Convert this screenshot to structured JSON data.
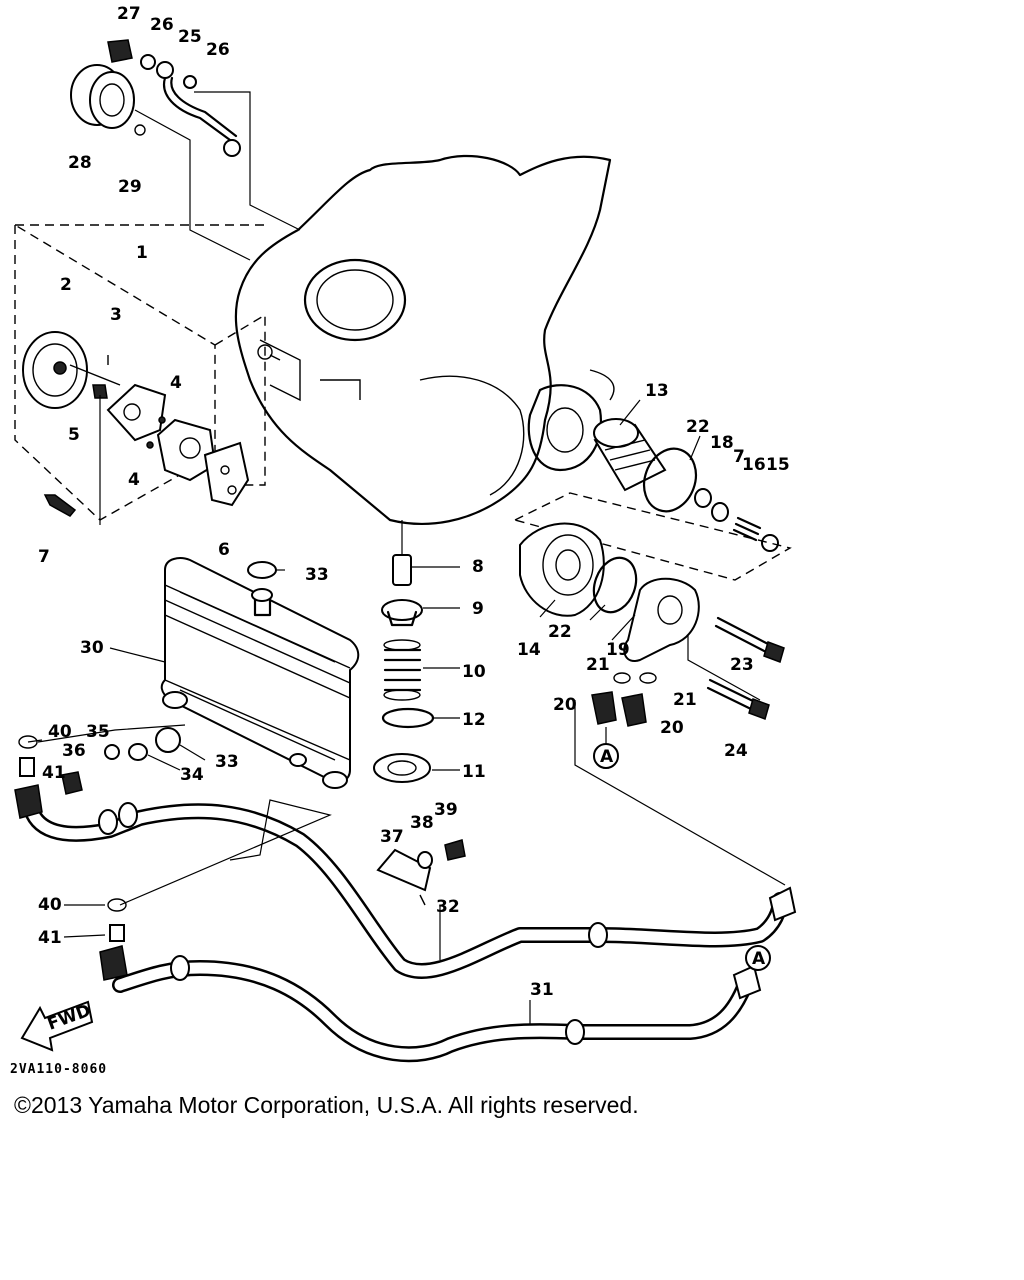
{
  "diagram_code": "2VA110-8060",
  "copyright": "©2013 Yamaha Motor Corporation, U.S.A. All rights reserved.",
  "direction_marker": "FWD",
  "connection_marker": "A",
  "callouts": {
    "c1": "1",
    "c2": "2",
    "c3": "3",
    "c4a": "4",
    "c4b": "4",
    "c5": "5",
    "c6": "6",
    "c7": "7",
    "c7b": "7",
    "c8": "8",
    "c9": "9",
    "c10": "10",
    "c11": "11",
    "c12": "12",
    "c13": "13",
    "c14": "14",
    "c15": "15",
    "c16": "16",
    "c18": "18",
    "c19": "19",
    "c20a": "20",
    "c20b": "20",
    "c21a": "21",
    "c21b": "21",
    "c22a": "22",
    "c22b": "22",
    "c23": "23",
    "c24": "24",
    "c25": "25",
    "c26a": "26",
    "c26b": "26",
    "c27": "27",
    "c28": "28",
    "c29": "29",
    "c30": "30",
    "c31": "31",
    "c32": "32",
    "c33a": "33",
    "c33b": "33",
    "c34": "34",
    "c35": "35",
    "c36": "36",
    "c37": "37",
    "c38": "38",
    "c39": "39",
    "c40a": "40",
    "c40b": "40",
    "c41a": "41",
    "c41b": "41"
  }
}
